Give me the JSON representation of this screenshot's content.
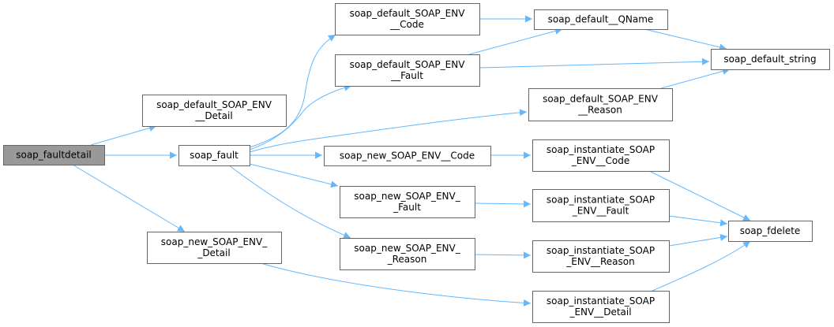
{
  "diagram": {
    "type": "call-graph",
    "colors": {
      "edge": "#63b8ff",
      "root_fill": "#999999",
      "root_border": "#666666",
      "node_fill": "#ffffff",
      "node_border": "#666666"
    },
    "nodes": [
      {
        "id": "soap_faultdetail",
        "lines": [
          "soap_faultdetail"
        ],
        "root": true
      },
      {
        "id": "soap_default_SOAP_ENV__Detail",
        "lines": [
          "soap_default_SOAP_ENV",
          "__Detail"
        ]
      },
      {
        "id": "soap_fault",
        "lines": [
          "soap_fault"
        ]
      },
      {
        "id": "soap_new_SOAP_ENV__Detail",
        "lines": [
          "soap_new_SOAP_ENV_",
          "_Detail"
        ]
      },
      {
        "id": "soap_default_SOAP_ENV__Code",
        "lines": [
          "soap_default_SOAP_ENV",
          "__Code"
        ]
      },
      {
        "id": "soap_default_SOAP_ENV__Fault",
        "lines": [
          "soap_default_SOAP_ENV",
          "__Fault"
        ]
      },
      {
        "id": "soap_default__QName",
        "lines": [
          "soap_default__QName"
        ]
      },
      {
        "id": "soap_default_string",
        "lines": [
          "soap_default_string"
        ]
      },
      {
        "id": "soap_default_SOAP_ENV__Reason",
        "lines": [
          "soap_default_SOAP_ENV",
          "__Reason"
        ]
      },
      {
        "id": "soap_new_SOAP_ENV__Code",
        "lines": [
          "soap_new_SOAP_ENV__Code"
        ]
      },
      {
        "id": "soap_instantiate_SOAP_ENV__Code",
        "lines": [
          "soap_instantiate_SOAP",
          "_ENV__Code"
        ]
      },
      {
        "id": "soap_new_SOAP_ENV__Fault",
        "lines": [
          "soap_new_SOAP_ENV_",
          "_Fault"
        ]
      },
      {
        "id": "soap_instantiate_SOAP_ENV__Fault",
        "lines": [
          "soap_instantiate_SOAP",
          "_ENV__Fault"
        ]
      },
      {
        "id": "soap_fdelete",
        "lines": [
          "soap_fdelete"
        ]
      },
      {
        "id": "soap_new_SOAP_ENV__Reason",
        "lines": [
          "soap_new_SOAP_ENV_",
          "_Reason"
        ]
      },
      {
        "id": "soap_instantiate_SOAP_ENV__Reason",
        "lines": [
          "soap_instantiate_SOAP",
          "_ENV__Reason"
        ]
      },
      {
        "id": "soap_instantiate_SOAP_ENV__Detail",
        "lines": [
          "soap_instantiate_SOAP",
          "_ENV__Detail"
        ]
      }
    ],
    "edges": [
      {
        "from": "soap_faultdetail",
        "to": "soap_default_SOAP_ENV__Detail"
      },
      {
        "from": "soap_faultdetail",
        "to": "soap_fault"
      },
      {
        "from": "soap_faultdetail",
        "to": "soap_new_SOAP_ENV__Detail"
      },
      {
        "from": "soap_fault",
        "to": "soap_default_SOAP_ENV__Code"
      },
      {
        "from": "soap_fault",
        "to": "soap_default_SOAP_ENV__Fault"
      },
      {
        "from": "soap_fault",
        "to": "soap_default_SOAP_ENV__Reason"
      },
      {
        "from": "soap_fault",
        "to": "soap_new_SOAP_ENV__Code"
      },
      {
        "from": "soap_fault",
        "to": "soap_new_SOAP_ENV__Fault"
      },
      {
        "from": "soap_fault",
        "to": "soap_new_SOAP_ENV__Reason"
      },
      {
        "from": "soap_default_SOAP_ENV__Code",
        "to": "soap_default__QName"
      },
      {
        "from": "soap_default_SOAP_ENV__Fault",
        "to": "soap_default__QName"
      },
      {
        "from": "soap_default_SOAP_ENV__Fault",
        "to": "soap_default_string"
      },
      {
        "from": "soap_default__QName",
        "to": "soap_default_string"
      },
      {
        "from": "soap_default_SOAP_ENV__Reason",
        "to": "soap_default_string"
      },
      {
        "from": "soap_new_SOAP_ENV__Code",
        "to": "soap_instantiate_SOAP_ENV__Code"
      },
      {
        "from": "soap_new_SOAP_ENV__Fault",
        "to": "soap_instantiate_SOAP_ENV__Fault"
      },
      {
        "from": "soap_new_SOAP_ENV__Reason",
        "to": "soap_instantiate_SOAP_ENV__Reason"
      },
      {
        "from": "soap_new_SOAP_ENV__Detail",
        "to": "soap_instantiate_SOAP_ENV__Detail"
      },
      {
        "from": "soap_instantiate_SOAP_ENV__Code",
        "to": "soap_fdelete"
      },
      {
        "from": "soap_instantiate_SOAP_ENV__Fault",
        "to": "soap_fdelete"
      },
      {
        "from": "soap_instantiate_SOAP_ENV__Reason",
        "to": "soap_fdelete"
      },
      {
        "from": "soap_instantiate_SOAP_ENV__Detail",
        "to": "soap_fdelete"
      }
    ]
  }
}
